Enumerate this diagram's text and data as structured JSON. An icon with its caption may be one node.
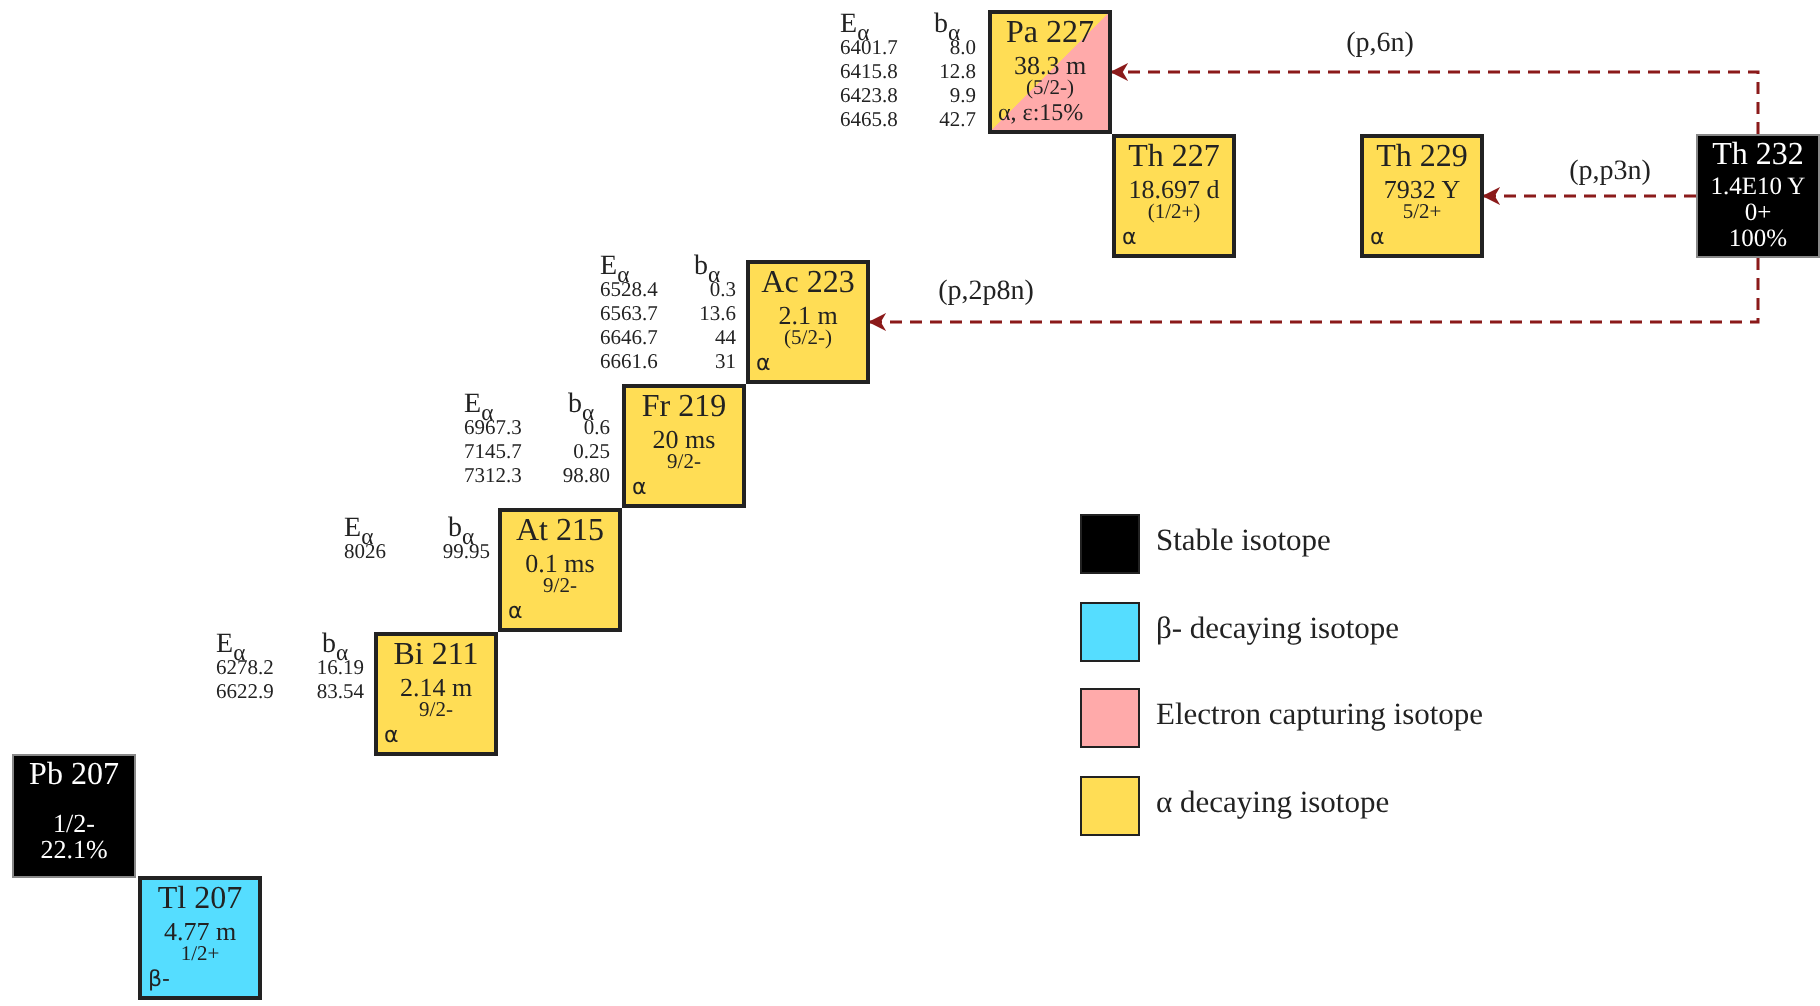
{
  "diagram": {
    "nodes": [
      {
        "text": [
          "Pa 227",
          "38.3 m",
          "(5/2-)",
          "α, ε:15%"
        ]
      },
      {
        "text": [
          "Th 227",
          "18.697 d",
          "(1/2+)",
          "α"
        ]
      },
      {
        "text": [
          "Th 229",
          "7932 Y",
          "5/2+",
          "α"
        ]
      },
      {
        "text": [
          "Th 232",
          "1.4E10 Y",
          "0+",
          "100%"
        ]
      },
      {
        "text": [
          "Ac 223",
          "2.1 m",
          "(5/2-)",
          "α"
        ]
      },
      {
        "text": [
          "Fr 219",
          "20 ms",
          "9/2-",
          "α"
        ]
      },
      {
        "text": [
          "At 215",
          "0.1 ms",
          "9/2-",
          "α"
        ]
      },
      {
        "text": [
          "Bi 211",
          "2.14 m",
          "9/2-",
          "α"
        ]
      },
      {
        "text": [
          "Pb 207",
          "1/2-",
          "22.1%"
        ]
      },
      {
        "text": [
          "Tl 207",
          "4.77 m",
          "1/2+",
          "β-"
        ]
      }
    ],
    "edges": [
      {
        "from": 3,
        "to": 0,
        "arrow": "to",
        "label": "(p,6n)",
        "style": "dashed"
      },
      {
        "from": 3,
        "to": 2,
        "arrow": "to",
        "label": "(p,p3n)",
        "style": "dashed"
      },
      {
        "from": 3,
        "to": 4,
        "arrow": "to",
        "label": "(p,2p8n)",
        "style": "dashed"
      }
    ],
    "labels": [
      "E$_{α}$",
      "b$_{α}$",
      "6401.7",
      "8.0",
      "6415.8",
      "12.8",
      "6423.8",
      "9.9",
      "6465.8",
      "42.7",
      "E$_{α}$",
      "b$_{α}$",
      "6528.4",
      "0.3",
      "6563.7",
      "13.6",
      "6646.7",
      "44",
      "6661.6",
      "31",
      "E$_{α}$",
      "b$_{α}$",
      "6967.3",
      "0.6",
      "7145.7",
      "0.25",
      "7312.3",
      "98.80",
      "E$_{α}$",
      "b$_{α}$",
      "8026",
      "99.95",
      "E$_{α}$",
      "b$_{α}$",
      "6278.2",
      "16.19",
      "6622.9",
      "83.54"
    ],
    "legend": [
      {
        "text": "Stable isotope",
        "color": "#000000"
      },
      {
        "text": "β- decaying isotope",
        "color": "#55ddff"
      },
      {
        "text": "Electron capturing isotope",
        "color": "#ffaaaa"
      },
      {
        "text": "α decaying isotope",
        "color": "#ffdd55"
      }
    ]
  }
}
